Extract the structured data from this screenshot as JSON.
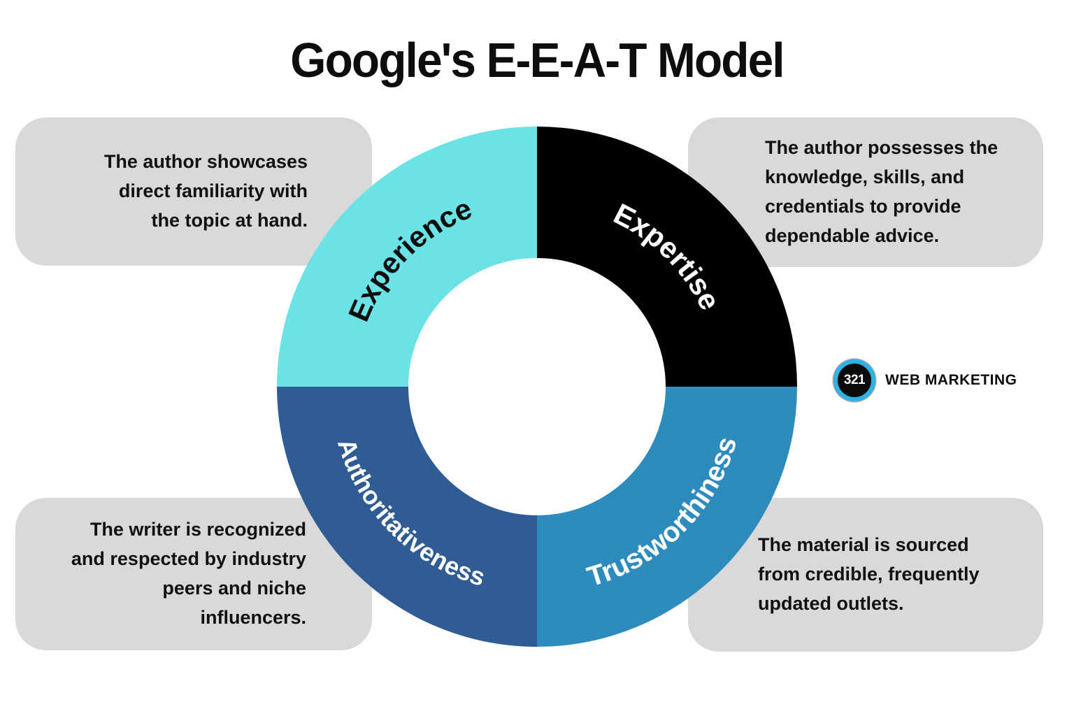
{
  "title": "Google's E-E-A-T Model",
  "donut": {
    "segments": [
      {
        "id": "experience",
        "label": "Experience",
        "position": "top-left",
        "color": "#6BE3E6",
        "label_color": "#0D0D0D"
      },
      {
        "id": "expertise",
        "label": "Expertise",
        "position": "top-right",
        "color": "#000000",
        "label_color": "#FFFFFF"
      },
      {
        "id": "authoritativeness",
        "label": "Authoritativeness",
        "position": "bottom-left",
        "color": "#305C94",
        "label_color": "#FFFFFF"
      },
      {
        "id": "trustworthiness",
        "label": "Trustworthiness",
        "position": "bottom-right",
        "color": "#2E8BBD",
        "label_color": "#FFFFFF"
      }
    ]
  },
  "callouts": {
    "top_left": {
      "text": "The author showcases\ndirect familiarity with\nthe topic at hand."
    },
    "top_right": {
      "text": "The author possesses the\nknowledge, skills, and\ncredentials to provide\ndependable advice."
    },
    "bottom_left": {
      "text": "The writer is recognized\nand respected by industry\npeers and niche\ninfluencers."
    },
    "bottom_right": {
      "text": "The material is sourced\nfrom credible, frequently\nupdated outlets."
    }
  },
  "logo": {
    "badge": "321",
    "name": "WEB MARKETING",
    "ring_color": "#2BB3E6",
    "badge_bg": "#0B0B0B"
  },
  "colors": {
    "background": "#FFFFFF",
    "callout_bg": "#D9D9D9",
    "title": "#0D0D0D"
  }
}
